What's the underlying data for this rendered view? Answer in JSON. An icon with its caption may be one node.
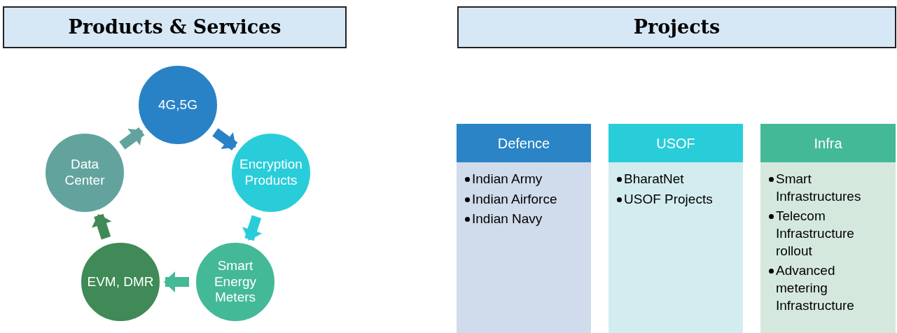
{
  "diagram": {
    "nodes": [
      {
        "text": [
          "Products & Services"
        ]
      },
      {
        "text": [
          "Projects"
        ]
      },
      {
        "text": [
          "4G,5G"
        ]
      },
      {
        "text": [
          "Encryption Products"
        ]
      },
      {
        "text": [
          "Smart Energy Meters"
        ]
      },
      {
        "text": [
          "EVM, DMR"
        ]
      },
      {
        "text": [
          "Data Center"
        ]
      },
      {
        "text": [
          "Defence",
          "Indian Army",
          "Indian Airforce",
          "Indian Navy"
        ]
      },
      {
        "text": [
          "USOF",
          "BharatNet",
          "USOF Projects"
        ]
      },
      {
        "text": [
          "Infra",
          "Smart Infrastructures",
          "Telecom Infrastructure rollout",
          "Advanced metering Infrastructure"
        ]
      }
    ],
    "edges": [
      {
        "from": 2,
        "to": 3,
        "arrow": "to",
        "color": "#2a82c6"
      },
      {
        "from": 3,
        "to": 4,
        "arrow": "to",
        "color": "#29cdd9"
      },
      {
        "from": 4,
        "to": 5,
        "arrow": "to",
        "color": "#44b997"
      },
      {
        "from": 5,
        "to": 6,
        "arrow": "to",
        "color": "#3f8a56"
      },
      {
        "from": 6,
        "to": 2,
        "arrow": "to",
        "color": "#62a39e"
      }
    ]
  }
}
